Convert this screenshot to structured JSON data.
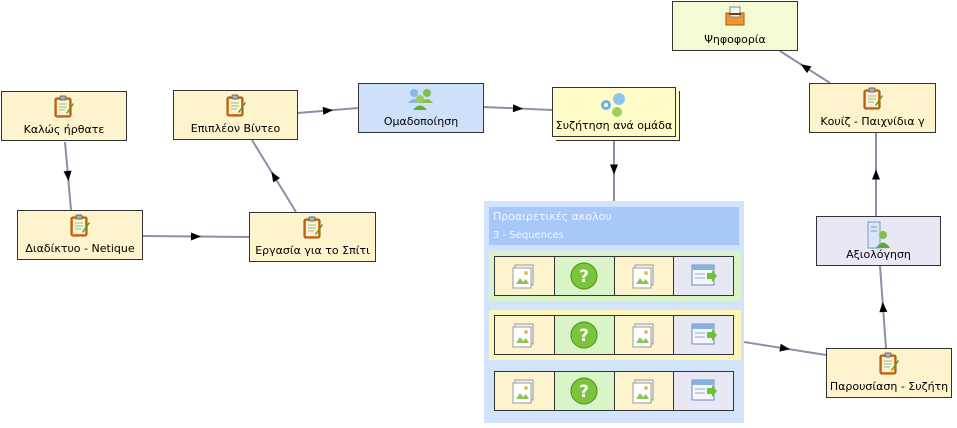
{
  "nodes": {
    "welcome": "Καλώς ήρθατε",
    "netiquette": "Διαδίκτυο - Netique",
    "homework": "Εργασία για το Σπίτι",
    "extra_video": "Επιπλέον Βίντεο",
    "grouping": "Ομαδοποίηση",
    "group_chat": "Συζήτηση ανά ομάδα",
    "presentation": "Παρουσίαση - Συζήτη",
    "assessment": "Αξιολόγηση",
    "quiz": "Κουίζ - Παιχνίδια γ",
    "voting": "Ψηφοφορία"
  },
  "optional": {
    "title": "Προαιρετικές ακολου",
    "subtitle": "3 - Sequences"
  },
  "colors": {
    "activity": "#fdf3cc",
    "grouping": "#cfe0fb",
    "gate": "#e8e8f4",
    "vote": "#f2fbd2",
    "edge": "#8e8ea8",
    "seq1": "#d9f4c6",
    "seq2": "#fcf6b8",
    "seq3": "#d2e4fb"
  },
  "icons": {
    "activity": "notebook-icon",
    "grouping": "people-icon",
    "chat": "chat-bubbles-icon",
    "assessment": "assessment-icon",
    "vote": "ballot-box-icon",
    "sequence": [
      "image-icon",
      "question-icon",
      "image-icon",
      "notice-board-icon"
    ]
  }
}
